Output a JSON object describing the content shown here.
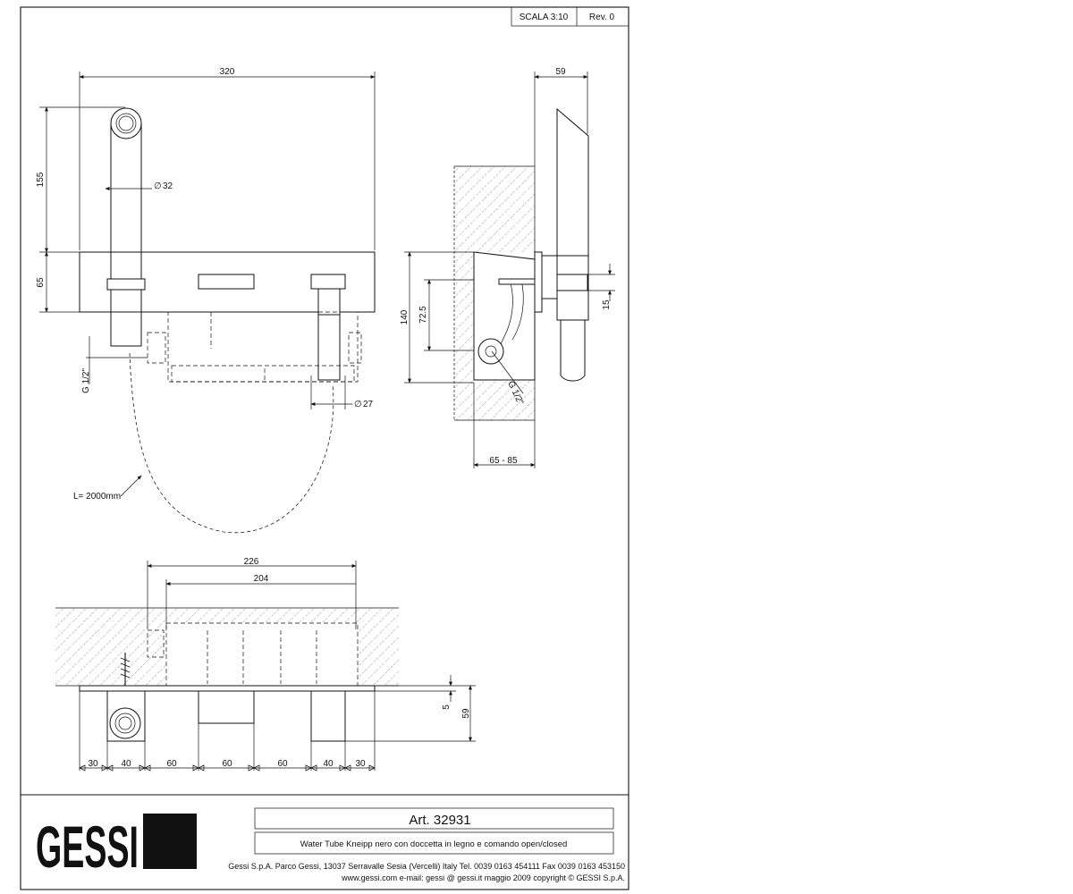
{
  "title_block": {
    "scale": "SCALA 3:10",
    "revision": "Rev. 0",
    "article": "Art. 32931",
    "description": "Water Tube Kneipp nero con doccetta in legno e comando open/closed",
    "company_line": "Gessi S.p.A. Parco Gessi, 13037 Serravalle Sesia (Vercelli) Italy Tel. 0039  0163 454111 Fax 0039 0163 453150",
    "web_line": "www.gessi.com e-mail: gessi @ gessi.it maggio 2009 copyright © GESSI S.p.A.",
    "logo": "GESSI"
  },
  "front_view": {
    "width_overall": "320",
    "height_tube": "155",
    "height_plate": "65",
    "tube_diameter": "32",
    "thread": "G 1/2\"",
    "knob_diameter": "27",
    "hose_length": "L= 2000mm",
    "diameter_symbol": "∅"
  },
  "side_view": {
    "depth": "59",
    "height_body": "140",
    "offset": "72.5",
    "plate_thickness": "15",
    "thread": "G 1/2\"",
    "wall_range": "65 - 85"
  },
  "plan_view": {
    "width_box_outer": "226",
    "width_box_inner": "204",
    "plate_thickness": "5",
    "depth": "59",
    "segments": [
      "30",
      "40",
      "60",
      "60",
      "60",
      "40",
      "30"
    ]
  }
}
